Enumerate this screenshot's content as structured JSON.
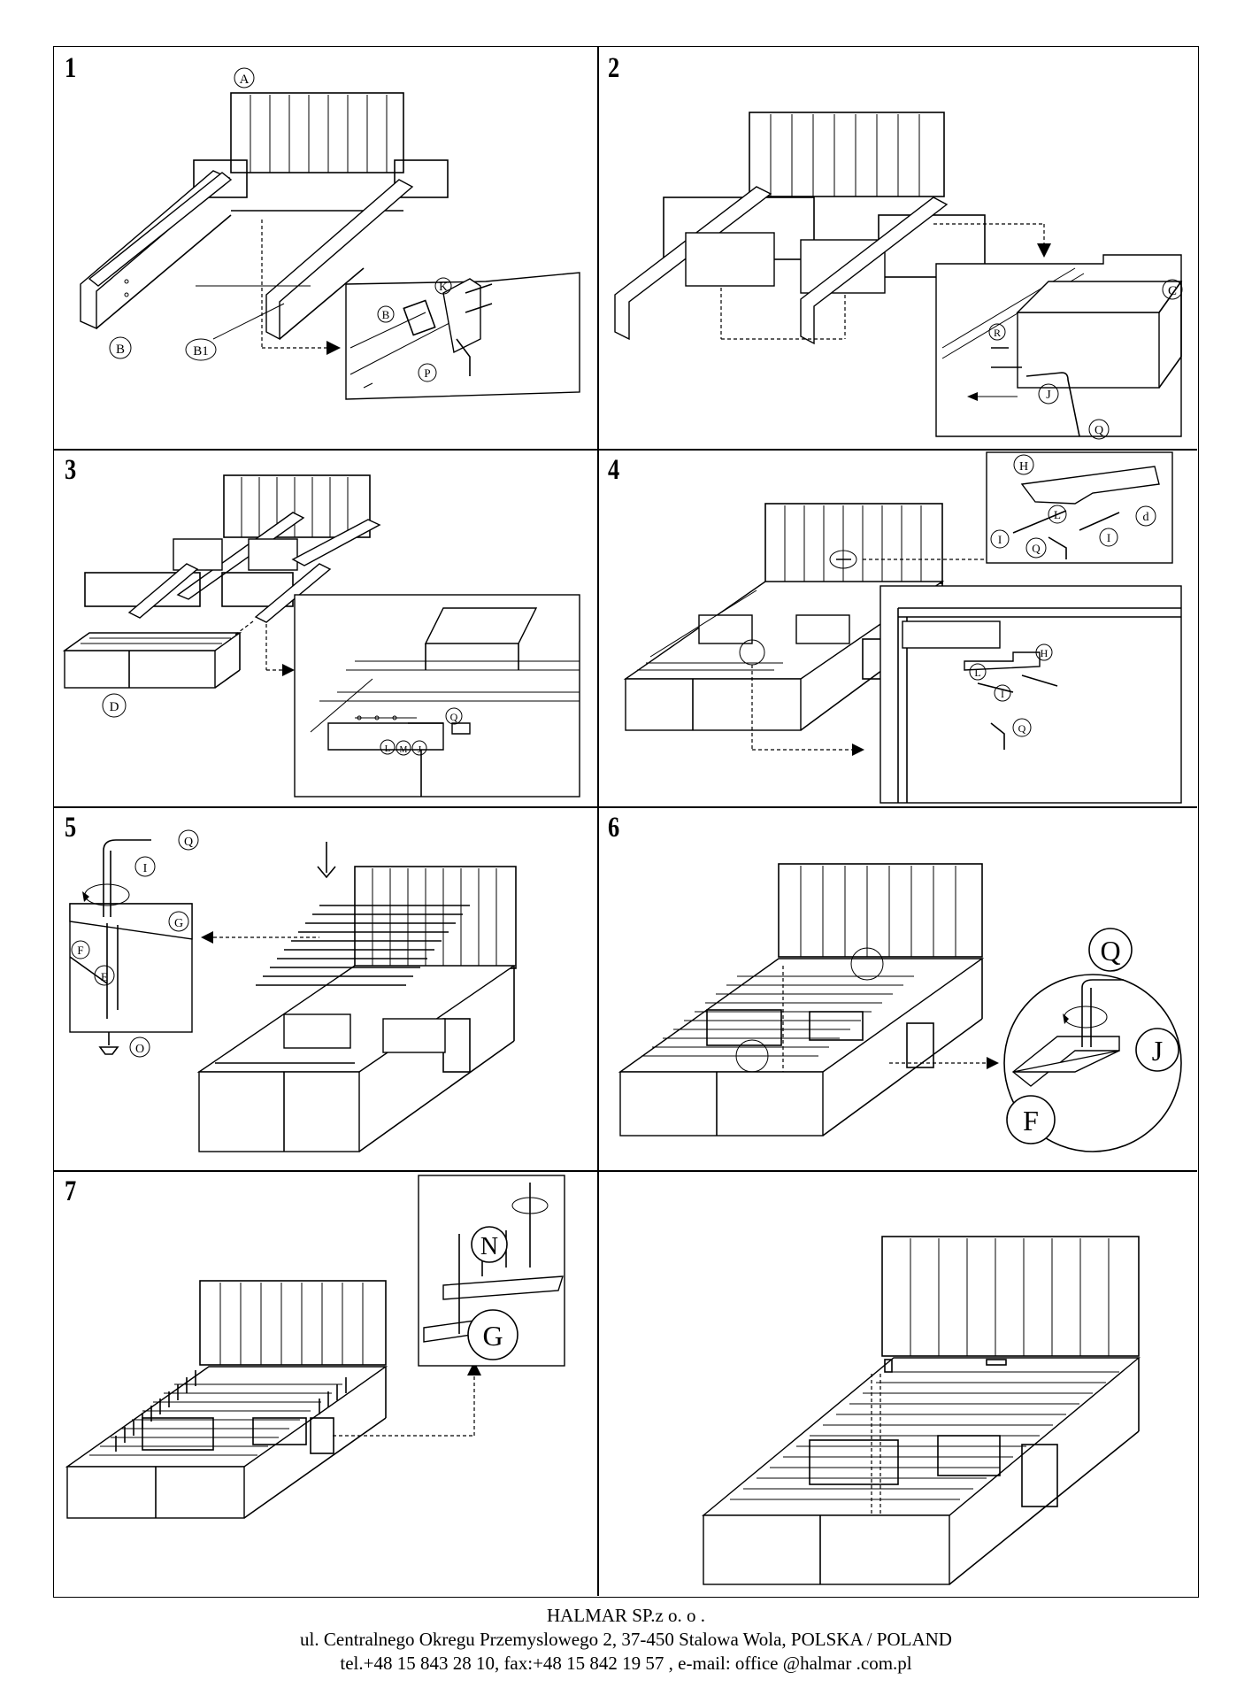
{
  "steps": [
    {
      "num": "1",
      "labels": [
        "A",
        "B",
        "B1",
        "B",
        "K",
        "P"
      ]
    },
    {
      "num": "2",
      "labels": [
        "C",
        "R",
        "J",
        "Q"
      ]
    },
    {
      "num": "3",
      "labels": [
        "D",
        "Q",
        "L",
        "M",
        "J"
      ]
    },
    {
      "num": "4",
      "labels": [
        "H",
        "I",
        "L",
        "I",
        "d",
        "Q",
        "H",
        "L",
        "I",
        "Q"
      ]
    },
    {
      "num": "5",
      "labels": [
        "Q",
        "I",
        "G",
        "F",
        "E",
        "O"
      ]
    },
    {
      "num": "6",
      "labels": [
        "Q",
        "J",
        "F"
      ]
    },
    {
      "num": "7",
      "labels": [
        "N",
        "G"
      ]
    },
    {
      "num": "",
      "labels": []
    }
  ],
  "footer": {
    "company": "HALMAR SP.z o. o .",
    "address": "ul. Centralnego Okregu Przemyslowego 2, 37-450 Stalowa Wola, POLSKA / POLAND",
    "contact": "tel.+48 15 843 28 10, fax:+48 15 842 19 57 , e-mail: office @halmar .com.pl"
  }
}
